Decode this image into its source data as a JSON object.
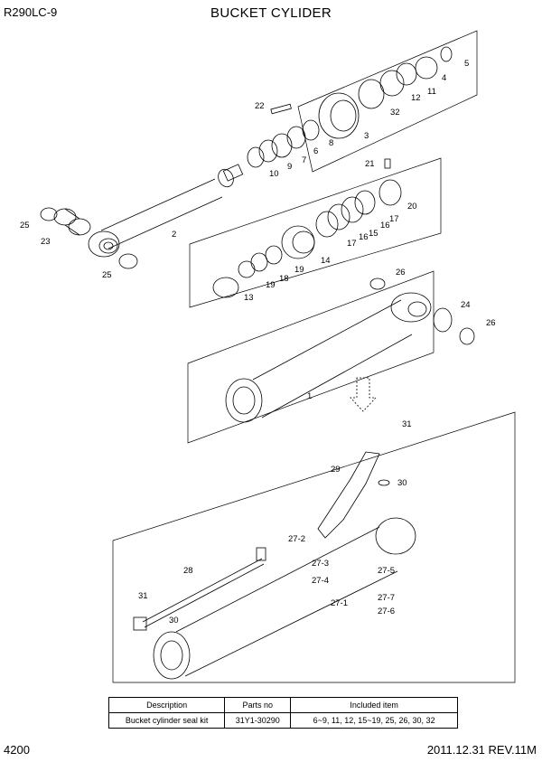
{
  "header": {
    "model": "R290LC-9",
    "title": "BUCKET CYLIDER"
  },
  "callouts": {
    "c1": "1",
    "c2": "2",
    "c3": "3",
    "c4": "4",
    "c5": "5",
    "c6": "6",
    "c7": "7",
    "c8": "8",
    "c9": "9",
    "c10": "10",
    "c11": "11",
    "c12": "12",
    "c13": "13",
    "c14": "14",
    "c15": "15",
    "c16": "16",
    "c16b": "16",
    "c17": "17",
    "c17b": "17",
    "c18": "18",
    "c19": "19",
    "c19b": "19",
    "c20": "20",
    "c21": "21",
    "c22": "22",
    "c23": "23",
    "c24": "24",
    "c25": "25",
    "c25b": "25",
    "c26": "26",
    "c26b": "26",
    "c27_1": "27-1",
    "c27_2": "27-2",
    "c27_3": "27-3",
    "c27_4": "27-4",
    "c27_5": "27-5",
    "c27_6": "27-6",
    "c27_7": "27-7",
    "c28": "28",
    "c29": "29",
    "c30": "30",
    "c30b": "30",
    "c31": "31",
    "c31b": "31",
    "c32": "32"
  },
  "table": {
    "headers": [
      "Description",
      "Parts no",
      "Included item"
    ],
    "rows": [
      [
        "Bucket cylinder seal kit",
        "31Y1-30290",
        "6~9, 11, 12, 15~19, 25, 26, 30, 32"
      ]
    ]
  },
  "footer": {
    "page": "4200",
    "revision": "2011.12.31  REV.11M"
  }
}
